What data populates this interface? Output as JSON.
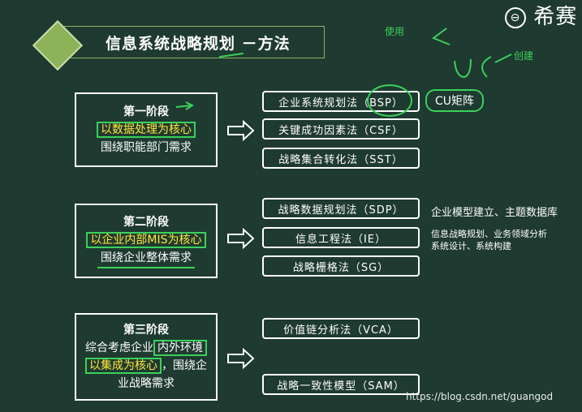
{
  "logo": {
    "text": "希赛",
    "mark": "e-icon"
  },
  "title": "信息系统战略规划 －方法",
  "annotations": {
    "use": "使用",
    "create": "创建",
    "cu_matrix": "CU矩阵"
  },
  "stages": [
    {
      "title": "第一阶段",
      "core": "以数据处理为核心",
      "desc": "围绕职能部门需求"
    },
    {
      "title": "第二阶段",
      "core": "以企业内部MIS为核心",
      "desc": "围绕企业整体需求"
    },
    {
      "title": "第三阶段",
      "line1a": "综合考虑企业",
      "line1b": "内外环境",
      "line2a": "以集成为核心",
      "line2b": "，围绕企",
      "line3": "业战略需求"
    }
  ],
  "methods": [
    {
      "label": "企业系统规划法（BSP）"
    },
    {
      "label": "关键成功因素法（CSF）"
    },
    {
      "label": "战略集合转化法（SST）"
    },
    {
      "label": "战略数据规划法（SDP）"
    },
    {
      "label": "信息工程法（IE）"
    },
    {
      "label": "战略栅格法（SG）"
    },
    {
      "label": "价值链分析法（VCA）"
    },
    {
      "label": "战略一致性模型（SAM）"
    }
  ],
  "notes": {
    "sdp": "企业模型建立、主题数据库",
    "ie_line1": "信息战略规划、业务领域分析",
    "ie_line2": "系统设计、系统构建"
  },
  "watermark": "https://blog.csdn.net/guangod",
  "colors": {
    "background": "#1f3a30",
    "accent": "#3ad15a",
    "highlight": "#ffe83a",
    "diamond": "#8cb35a"
  }
}
